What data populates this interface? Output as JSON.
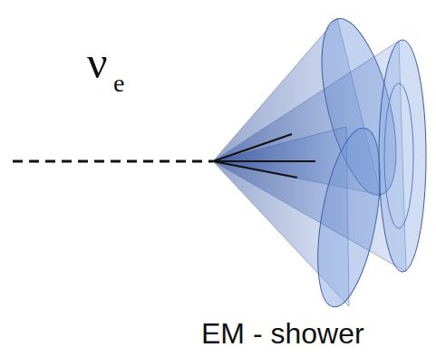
{
  "diagram": {
    "labels": [
      "ν",
      "e",
      "EM - shower"
    ]
  }
}
